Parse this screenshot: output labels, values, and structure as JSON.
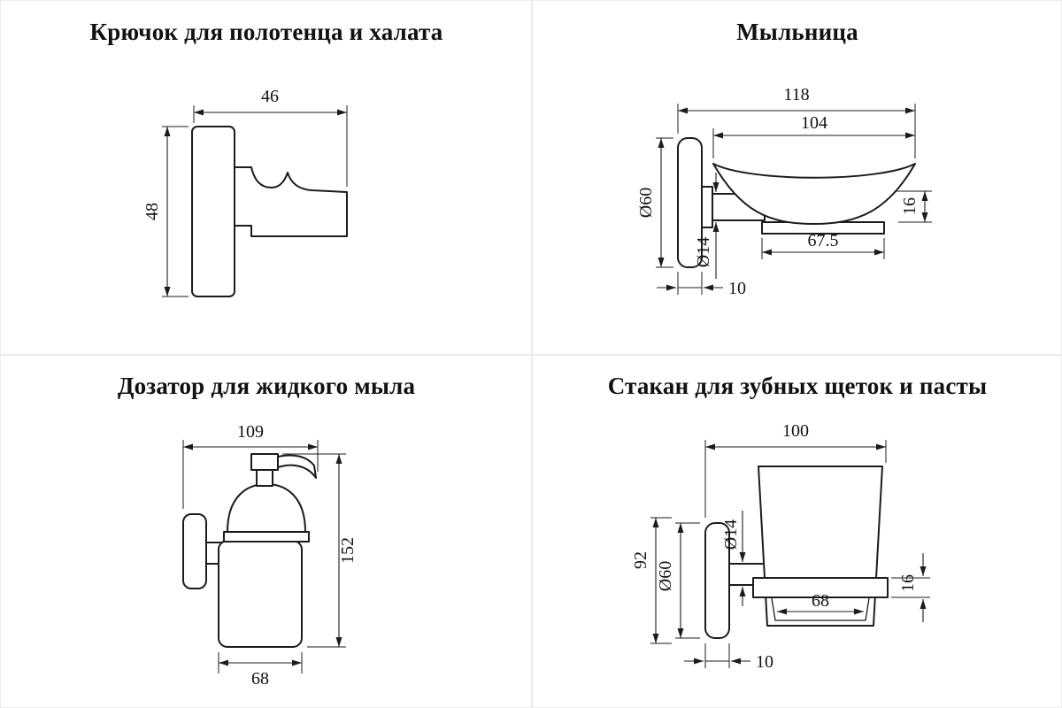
{
  "colors": {
    "ink": "#1c1c1c",
    "divider": "#ececec",
    "background": "#ffffff"
  },
  "panels": {
    "hook": {
      "title": "Крючок для полотенца и халата",
      "dims": {
        "width": "46",
        "height": "48"
      }
    },
    "soap": {
      "title": "Мыльница",
      "dims": {
        "overall_width": "118",
        "dish_width": "104",
        "plate_diameter": "Ø60",
        "stem_diameter": "Ø14",
        "rim_height": "16",
        "base_width": "67.5",
        "plate_thickness": "10"
      }
    },
    "dispenser": {
      "title": "Дозатор для жидкого мыла",
      "dims": {
        "width": "109",
        "height": "152",
        "body_width": "68"
      }
    },
    "tumbler": {
      "title": "Стакан для зубных щеток и пасты",
      "dims": {
        "overall_width": "100",
        "mount_height": "92",
        "plate_diameter": "Ø60",
        "stem_diameter": "Ø14",
        "ring_height": "16",
        "body_width": "68",
        "plate_thickness": "10"
      }
    }
  }
}
